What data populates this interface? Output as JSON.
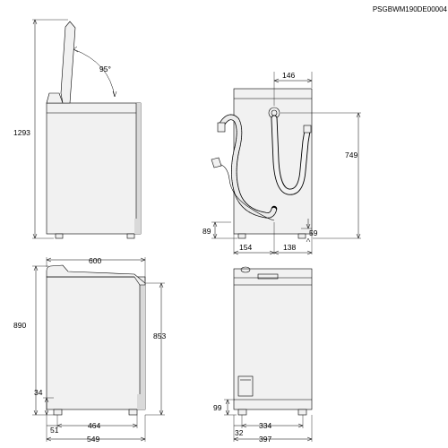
{
  "drawing_code": "PSGBWM190DE00004",
  "dimensions": {
    "total_height_lid_open": "1293",
    "lid_angle": "95°",
    "hose_connection_offset": "146",
    "hose_connection_height": "749",
    "drain_height": "89",
    "drain_outlet_offset": "154",
    "hose_clearance": "138",
    "side_clearance": "59",
    "width": "600",
    "cabinet_height": "890",
    "front_height": "853",
    "foot_height": "34",
    "foot_inset": "51",
    "depth_base": "464",
    "total_depth": "549",
    "door_height": "99",
    "base_width": "334",
    "base_offset": "32",
    "total_width": "397"
  }
}
